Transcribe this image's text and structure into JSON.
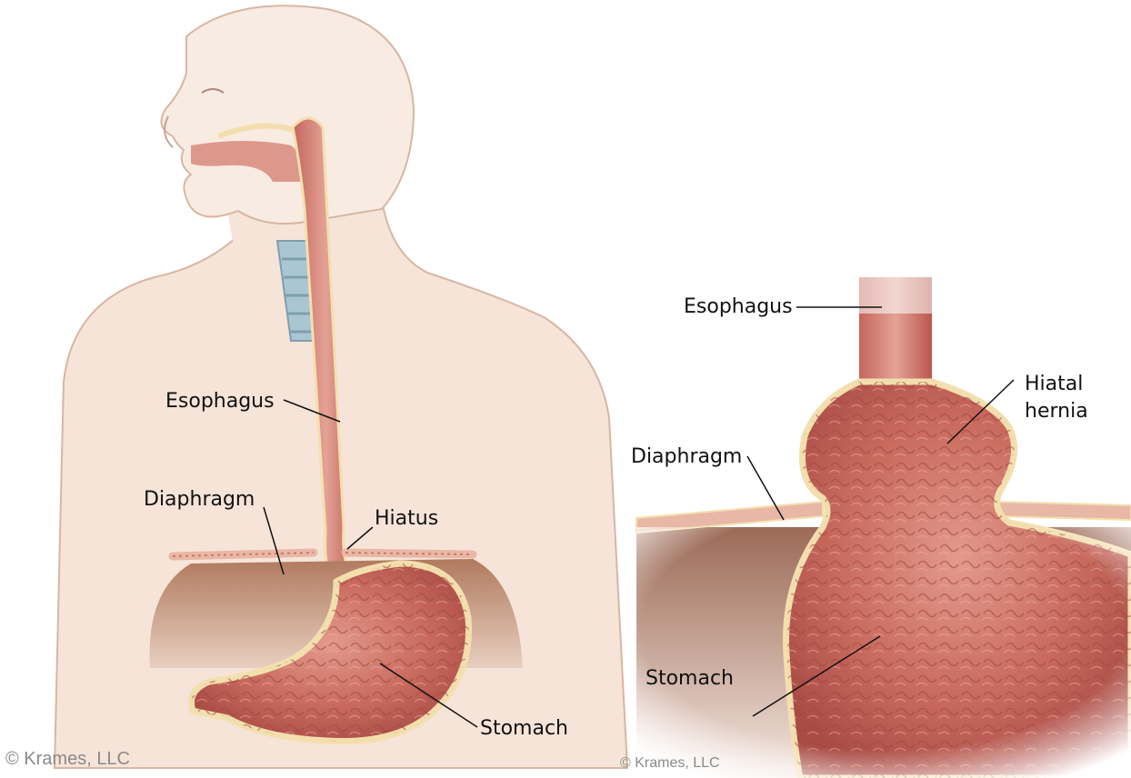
{
  "left_panel": {
    "labels": {
      "esophagus": "Esophagus",
      "diaphragm": "Diaphragm",
      "hiatus": "Hiatus",
      "stomach": "Stomach"
    },
    "copyright": "© Krames, LLC"
  },
  "right_panel": {
    "labels": {
      "esophagus": "Esophagus",
      "hiatal_hernia_line1": "Hiatal",
      "hiatal_hernia_line2": "hernia",
      "diaphragm": "Diaphragm",
      "stomach": "Stomach"
    },
    "copyright": "© Krames, LLC"
  },
  "colors": {
    "skin": "#f6e4d8",
    "skin_outline": "#d8b6a2",
    "tissue": "#b9574f",
    "tissue_light": "#d88a7c",
    "stomach_wall": "#f3dfae",
    "diaphragm": "#e9b7a6",
    "cavity": "#9b6a52",
    "trachea": "#a9c6d2"
  }
}
